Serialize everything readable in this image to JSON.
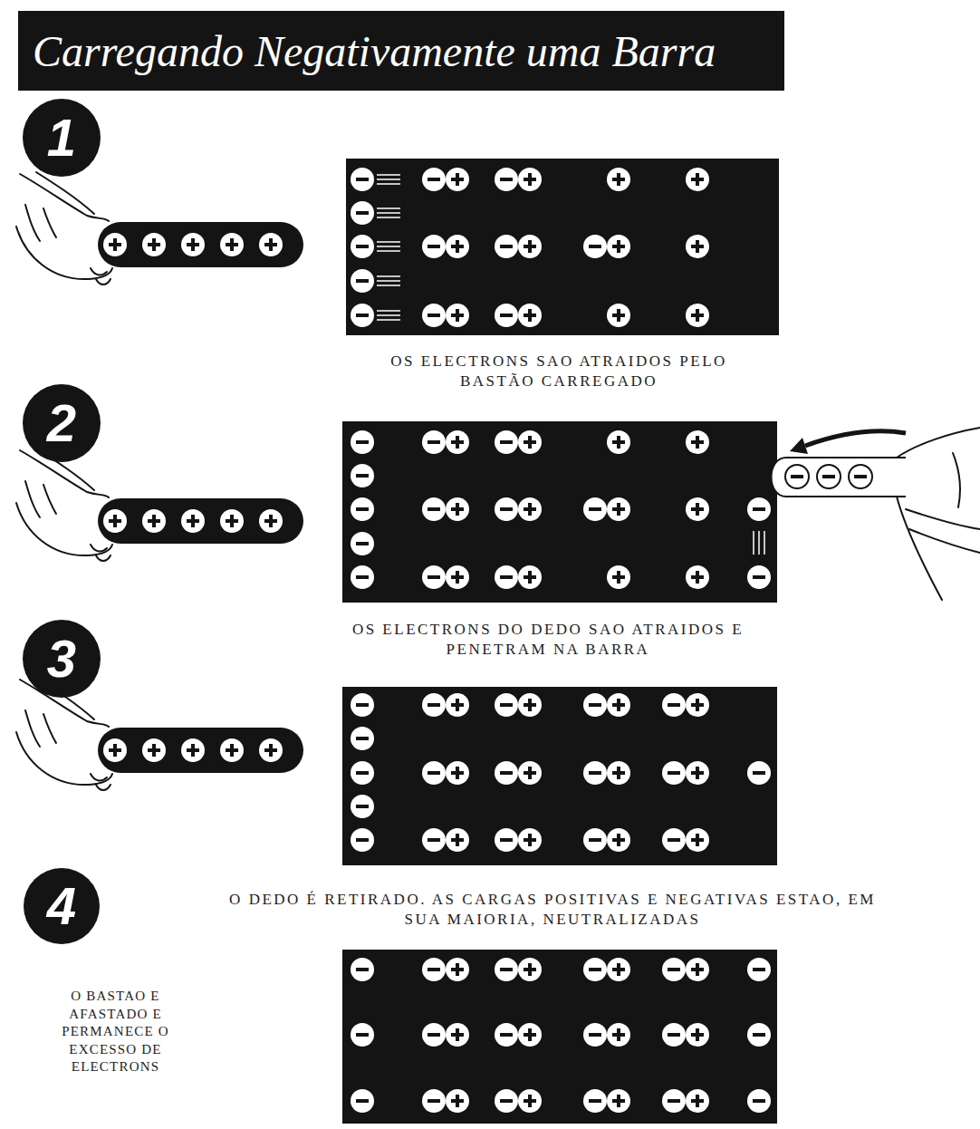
{
  "diagram": {
    "title": "Carregando Negativamente uma Barra",
    "nodes": [
      {
        "text": [
          "1"
        ]
      },
      {
        "text": [
          "2"
        ]
      },
      {
        "text": [
          "3"
        ]
      },
      {
        "text": [
          "4"
        ]
      }
    ],
    "labels": [
      "OS ELECTRONS SAO ATRAIDOS PELO BASTÃO CARREGADO",
      "OS ELECTRONS DO DEDO SAO ATRAIDOS E PENETRAM NA BARRA",
      "O DEDO É RETIRADO. AS CARGAS POSITIVAS E NEGATIVAS ESTAO, EM SUA MAIORIA, NEUTRALIZADAS",
      "O BASTAO E AFASTADO E PERMANECE O EXCESSO DE ELECTRONS"
    ]
  }
}
